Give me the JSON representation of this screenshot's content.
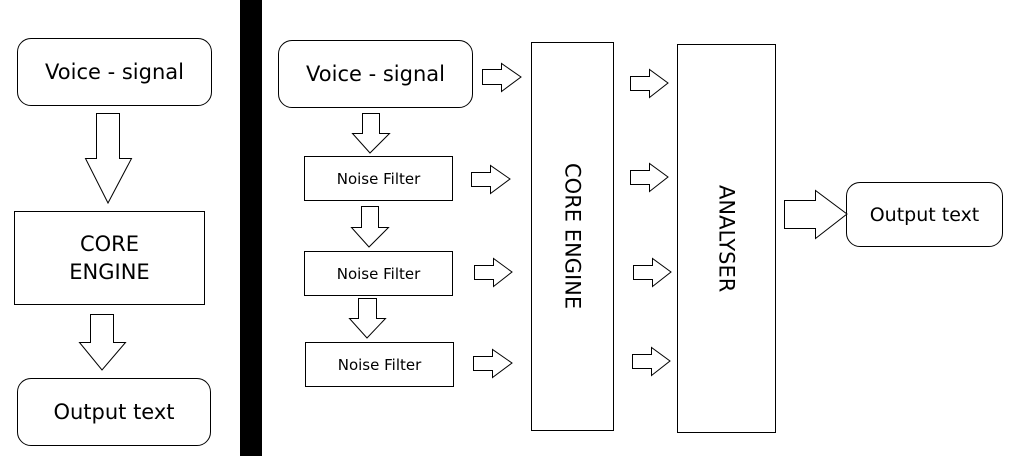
{
  "left_diagram": {
    "input_label": "Voice - signal",
    "engine_label_line1": "CORE",
    "engine_label_line2": "ENGINE",
    "output_label": "Output text"
  },
  "right_diagram": {
    "input_label": "Voice - signal",
    "filters": [
      {
        "label": "Noise Filter"
      },
      {
        "label": "Noise Filter"
      },
      {
        "label": "Noise Filter"
      }
    ],
    "engine_label": "CORE ENGINE",
    "analyser_label": "ANALYSER",
    "output_label": "Output text"
  },
  "colors": {
    "stroke": "#000000",
    "background": "#ffffff",
    "divider": "#000000"
  }
}
